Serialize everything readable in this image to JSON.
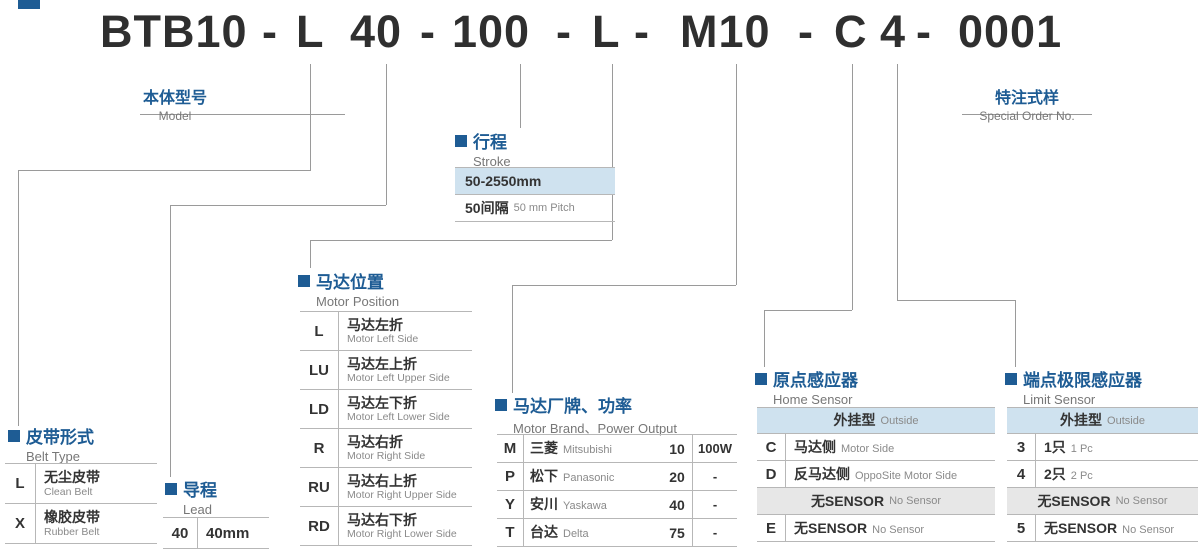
{
  "colors": {
    "accent": "#1e5c94",
    "light_blue": "#cfe2ef",
    "gray_row": "#e7e7e7",
    "line": "#9a9a9a",
    "table_line": "#b7b7b7"
  },
  "title": "BTB10 - L 40 - 100 - L - M10 - C 4 - 0001",
  "title_segments": [
    "BTB10",
    "-",
    "L",
    "40",
    "-",
    "100",
    "-",
    "L",
    "-",
    "M10",
    "-",
    "C",
    "4",
    "-",
    "0001"
  ],
  "sections": {
    "model_label": {
      "zh": "本体型号",
      "en": "Model"
    },
    "special_label": {
      "zh": "特注式样",
      "en": "Special Order No."
    },
    "stroke": {
      "zh": "行程",
      "en": "Stroke",
      "range": "50-2550mm",
      "pitch_zh": "50间隔",
      "pitch_en": "50 mm Pitch"
    },
    "belt": {
      "zh": "皮带形式",
      "en": "Belt Type",
      "rows": [
        {
          "code": "L",
          "zh": "无尘皮带",
          "en": "Clean Belt"
        },
        {
          "code": "X",
          "zh": "橡胶皮带",
          "en": "Rubber Belt"
        }
      ]
    },
    "lead": {
      "zh": "导程",
      "en": "Lead",
      "rows": [
        {
          "code": "40",
          "value": "40mm"
        }
      ]
    },
    "motor_position": {
      "zh": "马达位置",
      "en": "Motor Position",
      "rows": [
        {
          "code": "L",
          "zh": "马达左折",
          "en": "Motor Left Side"
        },
        {
          "code": "LU",
          "zh": "马达左上折",
          "en": "Motor Left Upper Side"
        },
        {
          "code": "LD",
          "zh": "马达左下折",
          "en": "Motor Left Lower Side"
        },
        {
          "code": "R",
          "zh": "马达右折",
          "en": "Motor Right Side"
        },
        {
          "code": "RU",
          "zh": "马达右上折",
          "en": "Motor Right Upper Side"
        },
        {
          "code": "RD",
          "zh": "马达右下折",
          "en": "Motor Right Lower Side"
        }
      ]
    },
    "motor_brand": {
      "zh": "马达厂牌、功率",
      "en": "Motor Brand、Power Output",
      "rows": [
        {
          "code": "M",
          "zh": "三菱",
          "en": "Mitsubishi",
          "power_code": "10",
          "power": "100W"
        },
        {
          "code": "P",
          "zh": "松下",
          "en": "Panasonic",
          "power_code": "20",
          "power": "-"
        },
        {
          "code": "Y",
          "zh": "安川",
          "en": "Yaskawa",
          "power_code": "40",
          "power": "-"
        },
        {
          "code": "T",
          "zh": "台达",
          "en": "Delta",
          "power_code": "75",
          "power": "-"
        }
      ]
    },
    "home_sensor": {
      "zh": "原点感应器",
      "en": "Home Sensor",
      "header_zh": "外挂型",
      "header_en": "Outside",
      "rows": [
        {
          "code": "C",
          "zh": "马达侧",
          "en": "Motor Side"
        },
        {
          "code": "D",
          "zh": "反马达侧",
          "en": "OppoSite Motor Side"
        }
      ],
      "no_sensor_zh": "无SENSOR",
      "no_sensor_en": "No Sensor",
      "rows2": [
        {
          "code": "E",
          "zh": "无SENSOR",
          "en": "No Sensor"
        }
      ]
    },
    "limit_sensor": {
      "zh": "端点极限感应器",
      "en": "Limit Sensor",
      "header_zh": "外挂型",
      "header_en": "Outside",
      "rows": [
        {
          "code": "3",
          "zh": "1只",
          "en": "1 Pc"
        },
        {
          "code": "4",
          "zh": "2只",
          "en": "2 Pc"
        }
      ],
      "no_sensor_zh": "无SENSOR",
      "no_sensor_en": "No Sensor",
      "rows2": [
        {
          "code": "5",
          "zh": "无SENSOR",
          "en": "No Sensor"
        }
      ]
    }
  }
}
